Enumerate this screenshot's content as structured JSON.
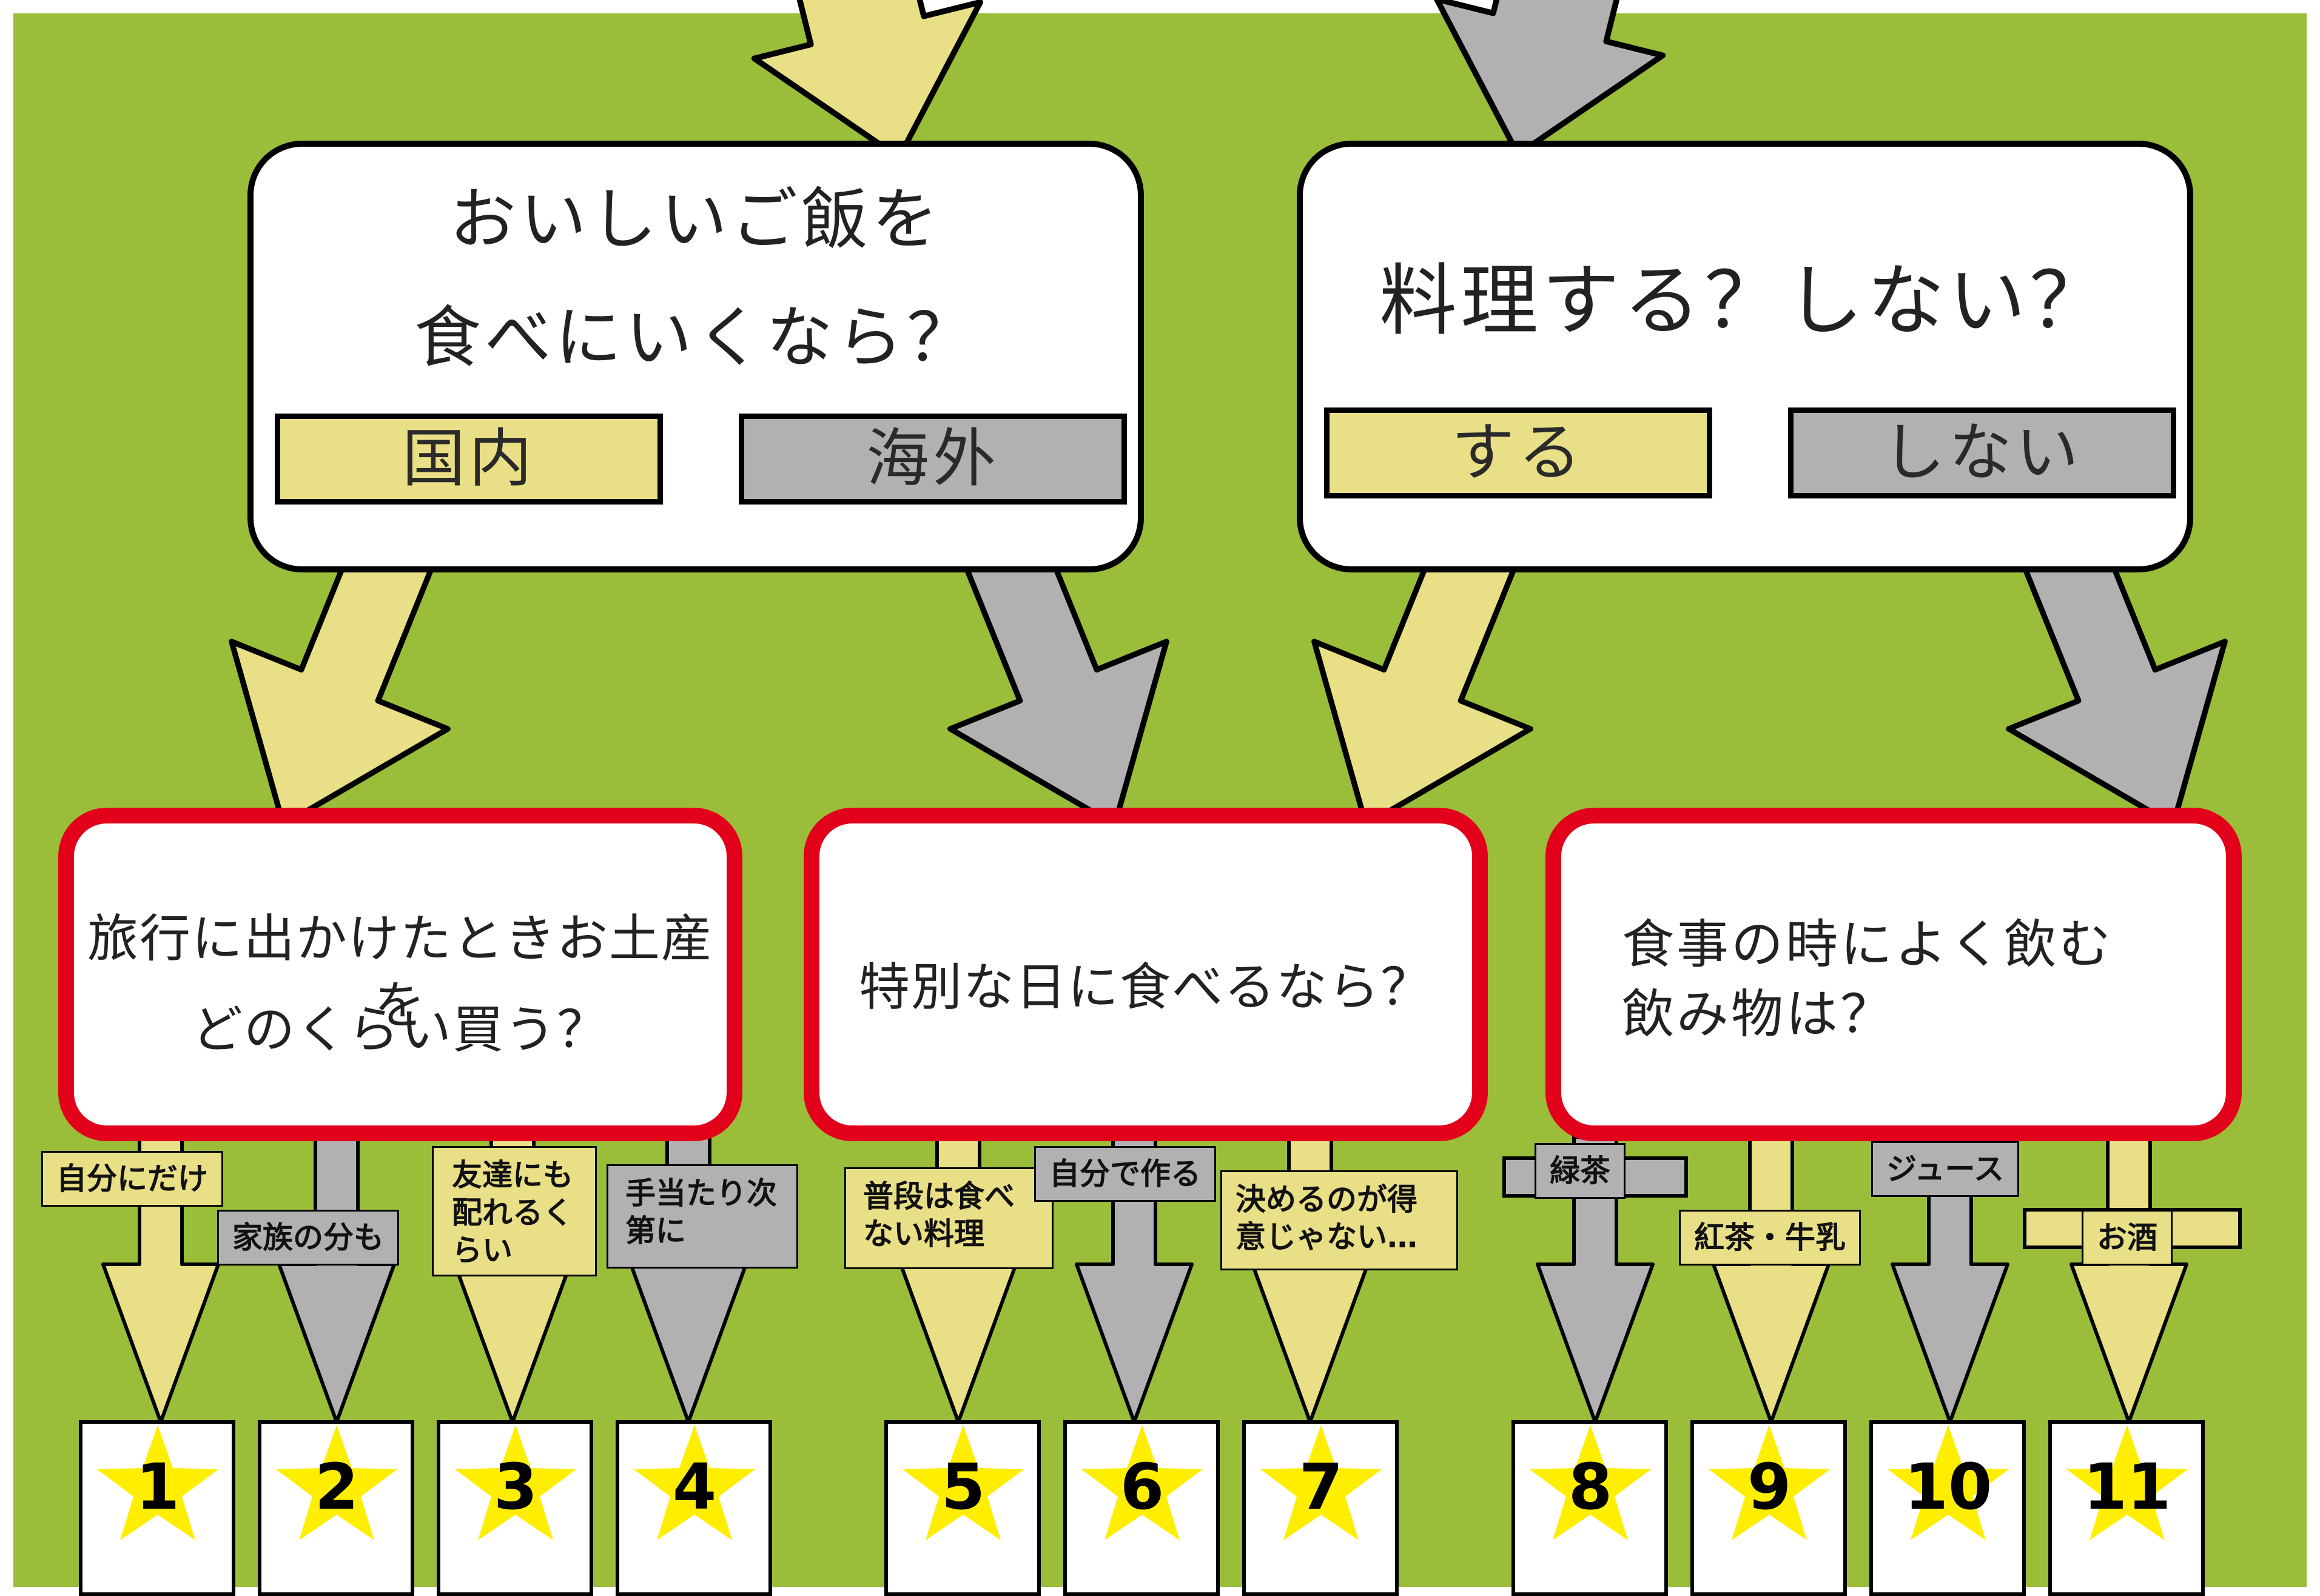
{
  "colors": {
    "background": "#9abd3a",
    "yellow": "#e9df86",
    "gray": "#b1b1b1",
    "red_border": "#e2001a",
    "star": "#ffee00"
  },
  "q_left": {
    "line1": "おいしいご飯を",
    "line2": "食べにいくなら？",
    "option_yellow": "国内",
    "option_gray": "海外"
  },
  "q_right": {
    "text": "料理する？しない？",
    "option_yellow": "する",
    "option_gray": "しない"
  },
  "q_mid1": {
    "line1": "旅行に出かけたときお土産を",
    "line2": "どのくらい買う？"
  },
  "q_mid2": {
    "text": "特別な日に食べるなら？"
  },
  "q_mid3": {
    "line1": "食事の時によく飲む",
    "line2": "飲み物は？"
  },
  "answers": [
    {
      "label": "自分にだけ",
      "color": "yellow"
    },
    {
      "label": "家族の分も",
      "color": "gray"
    },
    {
      "label": "友達にも配れるくらい",
      "color": "yellow"
    },
    {
      "label": "手当たり次第に",
      "color": "gray"
    },
    {
      "label": "普段は食べない料理",
      "color": "yellow"
    },
    {
      "label": "自分で作る",
      "color": "gray"
    },
    {
      "label": "決めるのが得意じゃない…",
      "color": "yellow"
    },
    {
      "label": "緑茶",
      "color": "gray"
    },
    {
      "label": "紅茶・牛乳",
      "color": "yellow"
    },
    {
      "label": "ジュース",
      "color": "gray"
    },
    {
      "label": "お酒",
      "color": "yellow"
    }
  ],
  "results": [
    "1",
    "2",
    "3",
    "4",
    "5",
    "6",
    "7",
    "8",
    "9",
    "10",
    "11"
  ],
  "icons": {
    "arrow": "down-arrow-icon",
    "star": "star-icon"
  }
}
